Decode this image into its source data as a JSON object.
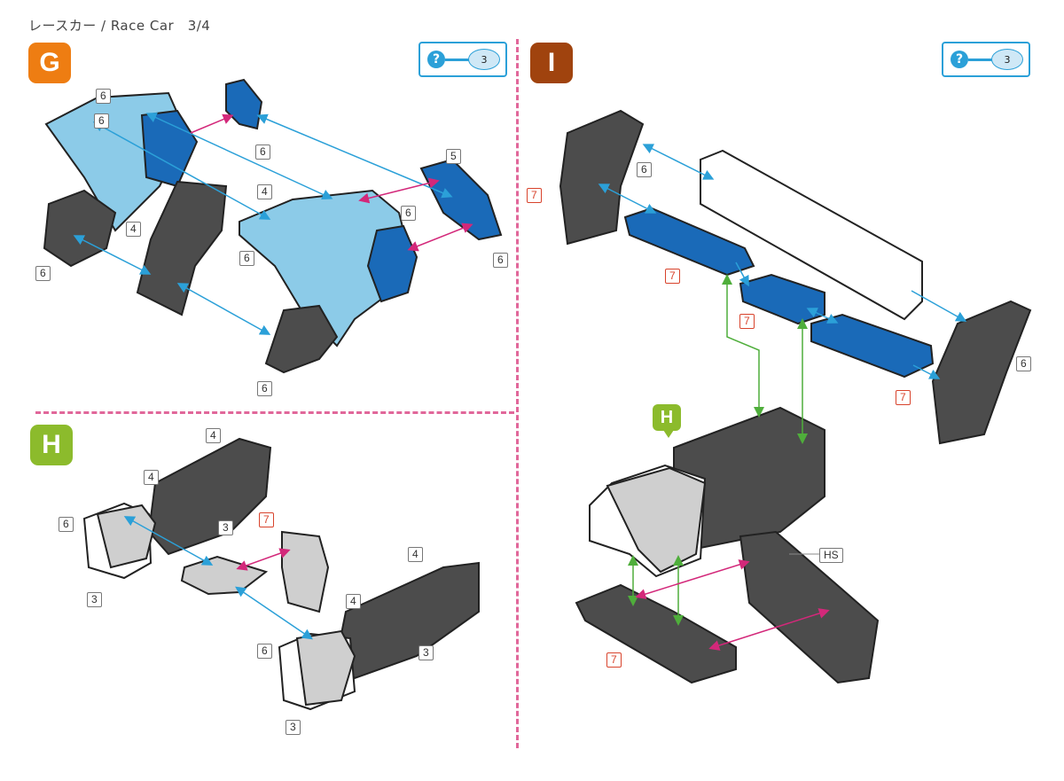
{
  "header": {
    "title": "レースカー / Race Car　3/4"
  },
  "steps": {
    "g": "G",
    "h": "H",
    "i": "I",
    "h_ref": "H"
  },
  "help": {
    "count_g": "3",
    "count_i": "3",
    "symbol": "?"
  },
  "tags": {
    "g": [
      "6",
      "6",
      "6",
      "4",
      "4",
      "6",
      "6",
      "5",
      "6",
      "6",
      "6"
    ],
    "h": [
      "4",
      "4",
      "6",
      "3",
      "7",
      "3",
      "4",
      "4",
      "6",
      "3",
      "3"
    ],
    "i": [
      "6",
      "7",
      "7",
      "7",
      "7",
      "6",
      "7",
      "HS"
    ]
  },
  "colors": {
    "accent_pink": "#e1679a",
    "blue_arrow": "#2ba0d8",
    "green_arrow": "#4fae3b",
    "magenta_arrow": "#d3287a",
    "light_blue_piece": "#8ccbe8",
    "dark_blue_piece": "#1a6ab8",
    "gray_piece": "#4c4c4c",
    "light_gray_piece": "#cfcfcf"
  }
}
